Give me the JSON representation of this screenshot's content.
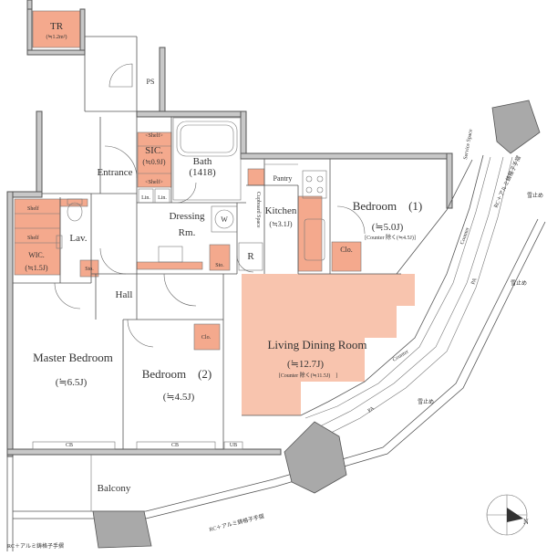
{
  "rooms": {
    "tr": {
      "name": "TR",
      "area": "(≒1.2m²)"
    },
    "ps": "PS",
    "sic": {
      "name": "SIC.",
      "area": "(≒0.9J)"
    },
    "shelf": "<Shelf>",
    "bath": {
      "name": "Bath",
      "size": "(1418)"
    },
    "entrance": "Entrance",
    "lin1": "Lin.",
    "lin2": "Lin.",
    "dressing": {
      "name": "Dressing",
      "sub": "Rm."
    },
    "washer": "W",
    "cupboard": "Cupboard Space",
    "pantry": "Pantry",
    "kitchen": {
      "name": "Kitchen",
      "area": "(≒3.1J)"
    },
    "refrigerator": "R",
    "bedroom1": {
      "name": "Bedroom　(1)",
      "area": "(≒5.0J)",
      "note": "[Counter 除く(≒4.5J)]"
    },
    "clo1": "Clo.",
    "service": "Service Space",
    "wic": {
      "name": "WIC.",
      "area": "(≒1.5J)"
    },
    "shelf_w": "Shelf",
    "lav": "Lav.",
    "sto_hall": "Sto.",
    "sto_dress": "Sto.",
    "hall": "Hall",
    "living": {
      "name": "Living Dining Room",
      "area": "(≒12.7J)",
      "note": "[Counter 除く(≒11.5J)　]"
    },
    "clo2": "Clo.",
    "master": {
      "name": "Master Bedroom",
      "area": "(≒6.5J)"
    },
    "bedroom2": {
      "name": "Bedroom　(2)",
      "area": "(≒4.5J)"
    },
    "balcony": "Balcony",
    "cb": "CB",
    "ub": "UB",
    "counter": "Counter",
    "pa": "PA",
    "stop": "雪止め",
    "rail": "RC＋アルミ鋳格子手摺",
    "compass": "N"
  }
}
